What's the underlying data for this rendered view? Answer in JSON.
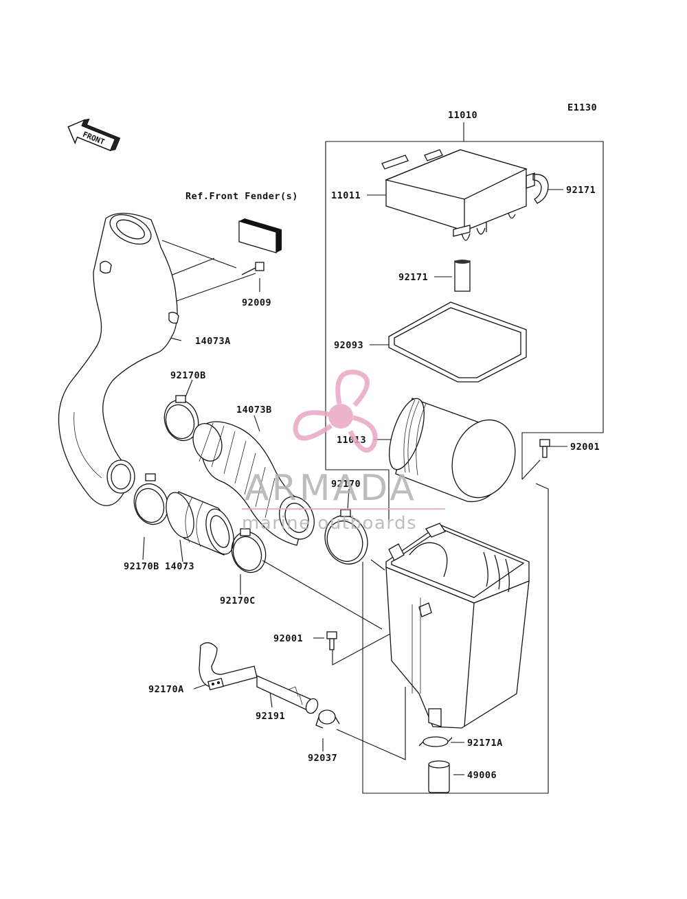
{
  "diagram_code": "E1130",
  "front_arrow_label": "FRONT",
  "ref_note": "Ref.Front Fender(s)",
  "parts": {
    "p11010": "11010",
    "p11011": "11011",
    "p92171_top": "92171",
    "p92171_mid": "92171",
    "p92093": "92093",
    "p11013": "11013",
    "p92001_right": "92001",
    "p92009": "92009",
    "p14073A": "14073A",
    "p92170B_top": "92170B",
    "p14073B": "14073B",
    "p92170": "92170",
    "p92170B_bottom": "92170B",
    "p14073": "14073",
    "p92170C": "92170C",
    "p92001_mid": "92001",
    "p92170A": "92170A",
    "p92191": "92191",
    "p92037": "92037",
    "p92171A": "92171A",
    "p49006": "49006"
  },
  "watermark": {
    "brand": "ARMADA",
    "tagline": "marine outboards",
    "color": "#e9a6c4"
  }
}
